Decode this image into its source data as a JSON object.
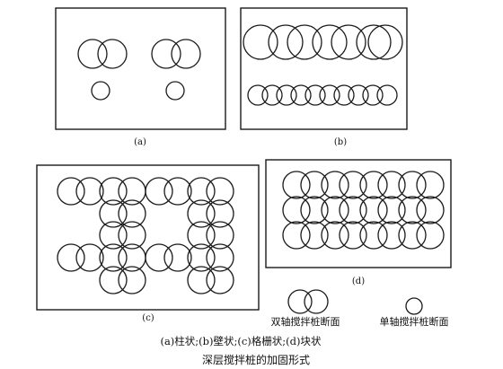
{
  "panels": {
    "a": {
      "label": "(a)"
    },
    "b": {
      "label": "(b)"
    },
    "c": {
      "label": "(c)"
    },
    "d": {
      "label": "(d)"
    }
  },
  "legend": {
    "double_axis": "双轴搅拌桩断面",
    "single_axis": "单轴搅拌桩断面"
  },
  "caption": {
    "types": "(a)柱状;(b)壁状;(c)格栅状;(d)块状",
    "title": "深层搅拌桩的加固形式"
  },
  "colors": {
    "line": "#1a1a1a",
    "background": "#ffffff"
  }
}
